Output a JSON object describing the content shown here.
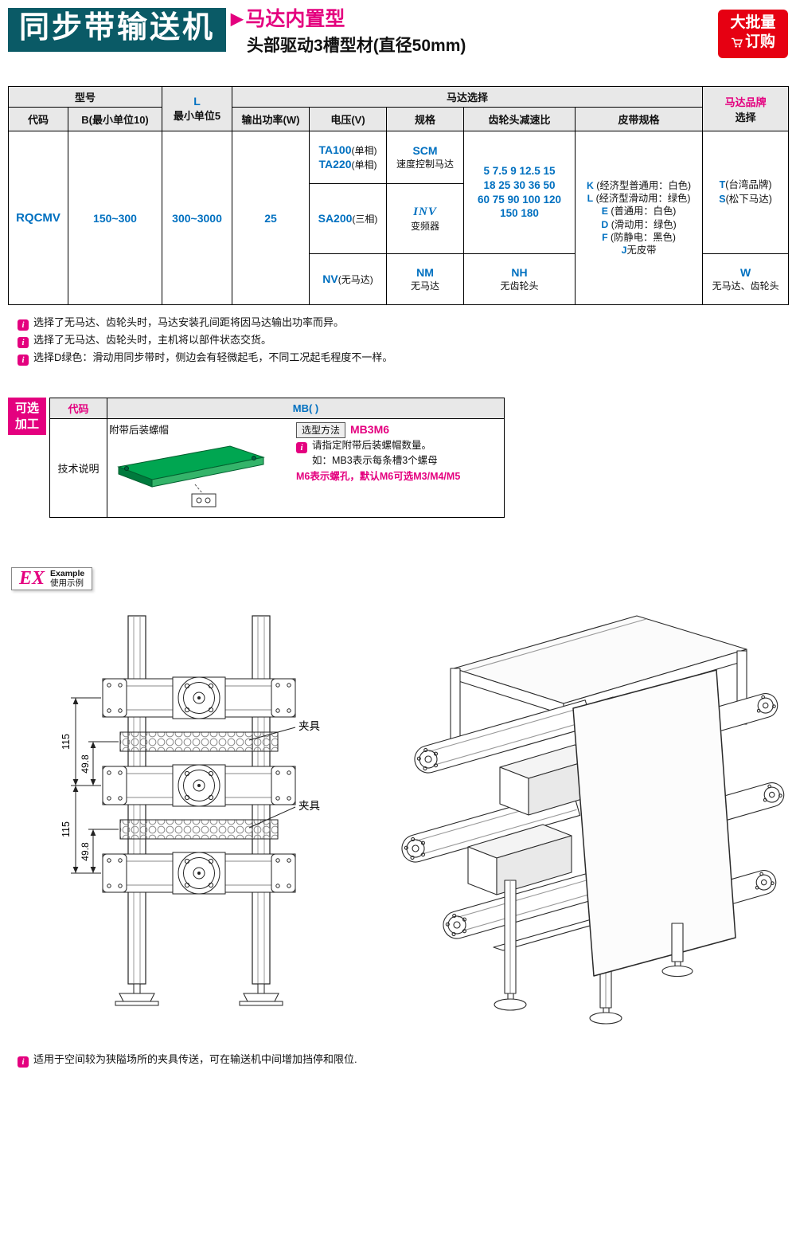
{
  "colors": {
    "banner_teal": "#0a5a66",
    "accent_magenta": "#e4007f",
    "code_blue": "#0070c0",
    "badge_red": "#e60012",
    "belt_green": "#00a651"
  },
  "header": {
    "title": "同步带输送机",
    "arrow": "▶",
    "subtitle1": "马达内置型",
    "subtitle2": "头部驱动3槽型材(直径50mm)",
    "badge": {
      "line1": "大批量",
      "line2": "订购"
    }
  },
  "table": {
    "h_model": "型号",
    "h_code": "代码",
    "h_b": "B(最小单位10)",
    "h_l": "L",
    "h_l_sub": "最小单位5",
    "h_motor": "马达选择",
    "h_power": "输出功率(W)",
    "h_voltage": "电压(V)",
    "h_spec": "规格",
    "h_gear": "齿轮头减速比",
    "h_belt": "皮带规格",
    "h_brand": "马达品牌",
    "h_brand_sub": "选择",
    "code": "RQCMV",
    "b_range": "150~300",
    "l_range": "300~3000",
    "power": "25",
    "v1a": "TA100",
    "v1a_sub": "(单相)",
    "v1b": "TA220",
    "v1b_sub": "(单相)",
    "v2": "SA200",
    "v2_sub": "(三相)",
    "v3": "NV",
    "v3_sub": "(无马达)",
    "s1": "SCM",
    "s1_sub": "速度控制马达",
    "s2": "INV",
    "s2_sub": "变频器",
    "s3": "NM",
    "s3_sub": "无马达",
    "gear_lines": [
      "5 7.5 9 12.5 15",
      "18 25 30 36 50",
      "60 75 90 100 120",
      "150 180"
    ],
    "gear_none": "NH",
    "gear_none_sub": "无齿轮头",
    "belts": [
      {
        "code": "K",
        "desc": "(经济型普通用：白色)"
      },
      {
        "code": "L",
        "desc": "(经济型滑动用：绿色)"
      },
      {
        "code": "E",
        "desc": "(普通用：白色)"
      },
      {
        "code": "D",
        "desc": "(滑动用：绿色)"
      },
      {
        "code": "F",
        "desc": "(防静电：黑色)"
      },
      {
        "code": "J",
        "desc": "无皮带"
      }
    ],
    "brands": [
      {
        "code": "T",
        "desc": "(台湾品牌)"
      },
      {
        "code": "S",
        "desc": "(松下马达)"
      }
    ],
    "brand_none": "W",
    "brand_none_sub": "无马达、齿轮头"
  },
  "notes": [
    "选择了无马达、齿轮头时，马达安装孔间距将因马达输出功率而异。",
    "选择了无马达、齿轮头时，主机将以部件状态交货。",
    "选择D绿色：滑动用同步带时，侧边会有轻微起毛，不同工况起毛程度不一样。"
  ],
  "optional": {
    "tab1": "可选",
    "tab2": "加工",
    "h_code": "代码",
    "h_value": "MB( )",
    "row_label": "技术说明",
    "caption": "附带后装螺帽",
    "method_label": "选型方法",
    "method_value": "MB3M6",
    "note1": "请指定附带后装螺帽数量。",
    "note2": "如：MB3表示每条槽3个螺母",
    "note3": "M6表示螺孔，默认M6可选M3/M4/M5"
  },
  "example": {
    "ex": "EX",
    "en": "Example",
    "cn": "使用示例"
  },
  "drawing": {
    "dim_115_1": "115",
    "dim_498_1": "49.8",
    "dim_115_2": "115",
    "dim_498_2": "49.8",
    "label_fixture1": "夹具",
    "label_fixture2": "夹具"
  },
  "footer_note": "适用于空间较为狭隘场所的夹具传送，可在输送机中间增加挡停和限位."
}
